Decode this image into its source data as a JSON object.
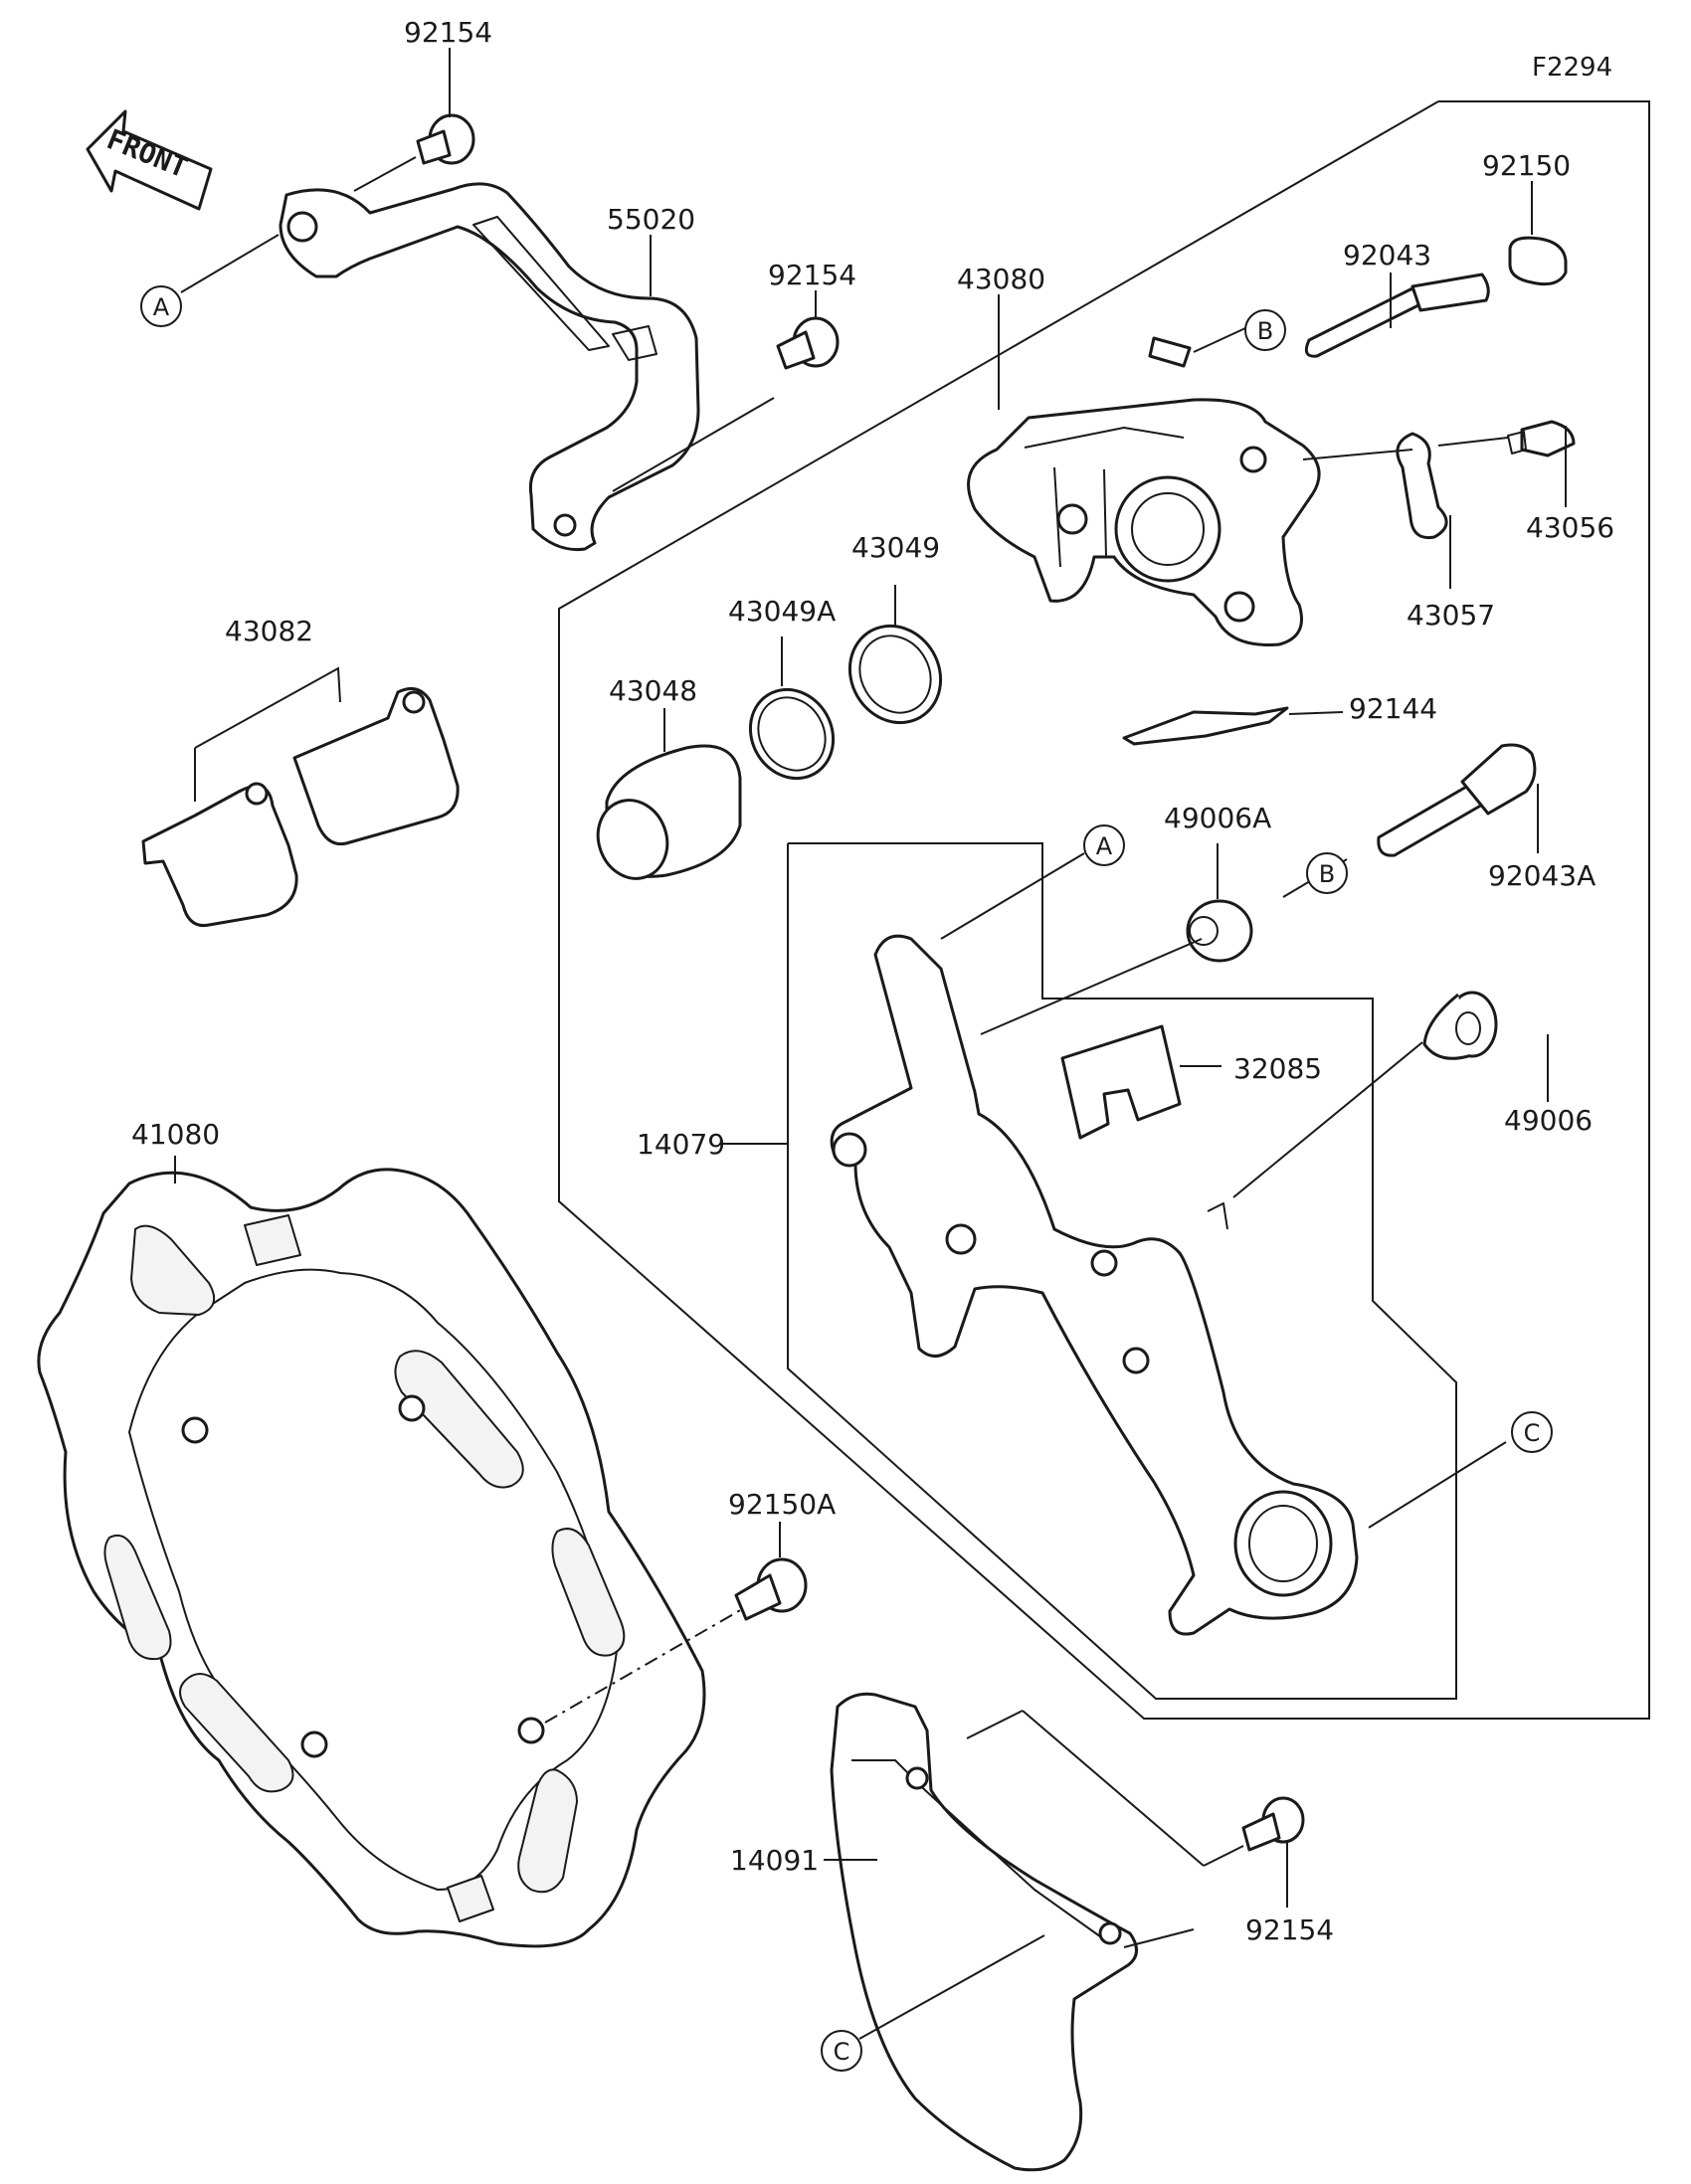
{
  "figure_code": "F2294",
  "front_label": "FRONT",
  "parts": [
    {
      "number": "92154"
    },
    {
      "number": "55020"
    },
    {
      "number": "92154"
    },
    {
      "number": "43080"
    },
    {
      "number": "92150"
    },
    {
      "number": "92043"
    },
    {
      "number": "43056"
    },
    {
      "number": "43057"
    },
    {
      "number": "43049"
    },
    {
      "number": "43049A"
    },
    {
      "number": "43048"
    },
    {
      "number": "43082"
    },
    {
      "number": "92144"
    },
    {
      "number": "92043A"
    },
    {
      "number": "49006A"
    },
    {
      "number": "32085"
    },
    {
      "number": "14079"
    },
    {
      "number": "49006"
    },
    {
      "number": "41080"
    },
    {
      "number": "92150A"
    },
    {
      "number": "14091"
    },
    {
      "number": "92154"
    }
  ],
  "references": [
    "A",
    "B",
    "A",
    "B",
    "C",
    "C"
  ]
}
